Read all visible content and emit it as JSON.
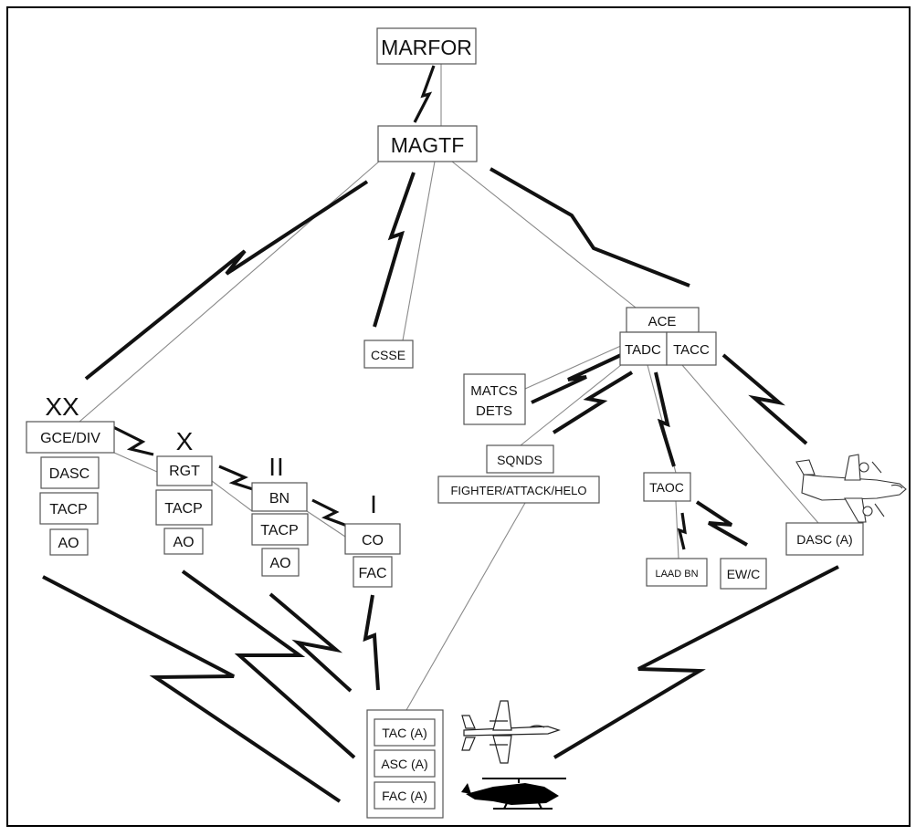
{
  "nodes": {
    "marfor": "MARFOR",
    "magtf": "MAGTF",
    "csse": "CSSE",
    "ace": "ACE",
    "tadc": "TADC",
    "tacc": "TACC",
    "matcs": [
      "MATCS",
      "DETS"
    ],
    "sqnds": "SQNDS",
    "fighter": "FIGHTER/ATTACK/HELO",
    "taoc": "TAOC",
    "laad": "LAAD BN",
    "ewc": "EW/C",
    "dasc_a": "DASC (A)",
    "gce": "GCE/DIV",
    "dasc": "DASC",
    "tacp1": "TACP",
    "ao1": "AO",
    "rgt": "RGT",
    "tacp2": "TACP",
    "ao2": "AO",
    "bn": "BN",
    "tacp3": "TACP",
    "ao3": "AO",
    "co": "CO",
    "fac": "FAC",
    "tac_a": "TAC (A)",
    "asc_a": "ASC (A)",
    "fac_a": "FAC (A)"
  },
  "echelons": {
    "division": "XX",
    "regiment": "X",
    "battalion": "II",
    "company": "I"
  },
  "icons": [
    "fighter-jet-icon",
    "attack-helicopter-icon",
    "transport-aircraft-icon",
    "radio-link-icon"
  ]
}
